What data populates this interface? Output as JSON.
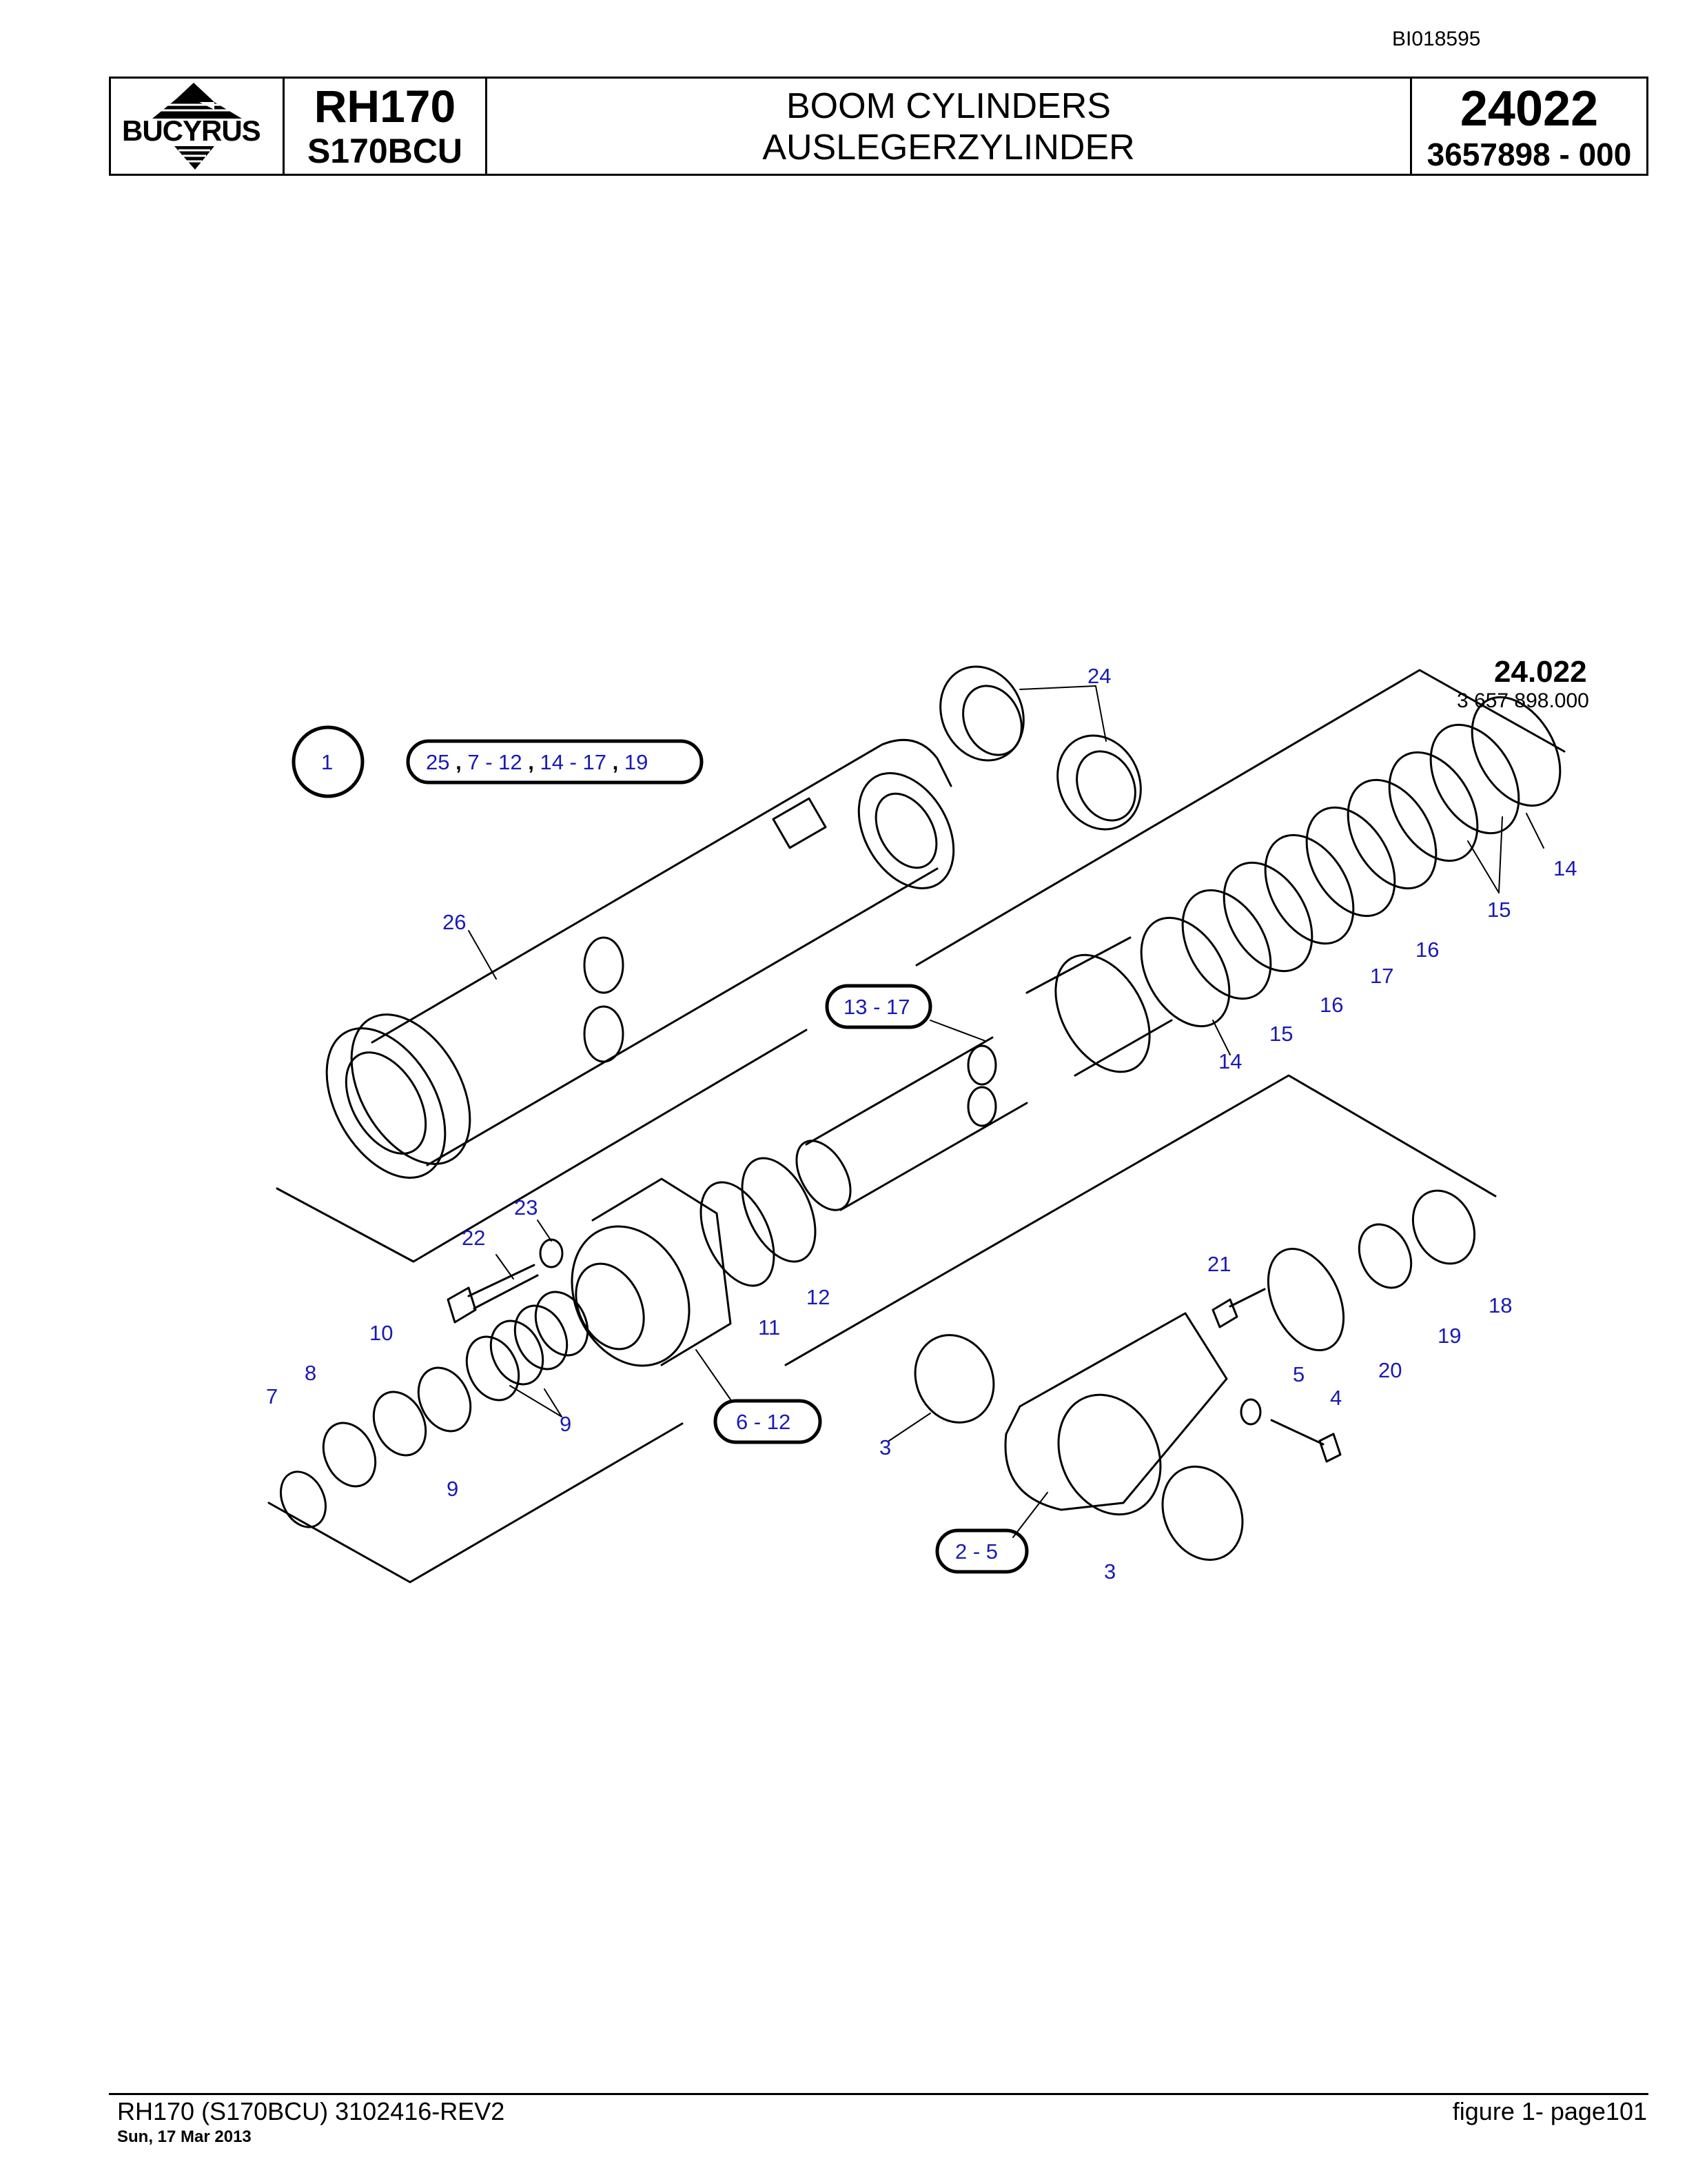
{
  "document": {
    "doc_id": "BI018595"
  },
  "header": {
    "logo_text": "BUCYRUS",
    "model": "RH170",
    "model_sub": "S170BCU",
    "title_en": "BOOM CYLINDERS",
    "title_de": "AUSLEGERZYLINDER",
    "figure_no": "24022",
    "part_no": "3657898  - 000"
  },
  "diagram": {
    "group_number": "24.022",
    "group_part": "3 657 898.000",
    "callouts": [
      "24",
      "26",
      "14",
      "15",
      "16",
      "17",
      "16",
      "15",
      "14",
      "22",
      "23",
      "10",
      "8",
      "7",
      "9",
      "9",
      "11",
      "12",
      "21",
      "20",
      "19",
      "18",
      "5",
      "4",
      "3",
      "3"
    ],
    "group_refs": {
      "main": "1",
      "main_parts": [
        "25",
        ",",
        "7 - 12",
        ",",
        "14 - 17",
        ",",
        "19"
      ],
      "piston": "13 - 17",
      "head": "6 - 12",
      "rod_eye": "2 - 5"
    }
  },
  "footer": {
    "left": "RH170 (S170BCU) 3102416-REV2",
    "date": "Sun, 17 Mar 2013",
    "right": "figure  1- page101"
  }
}
